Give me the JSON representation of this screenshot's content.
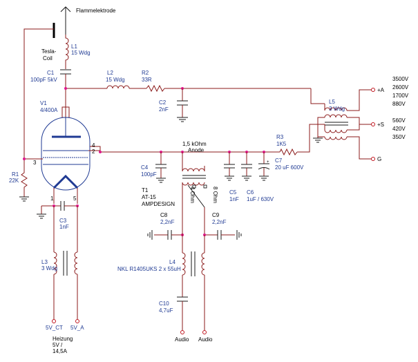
{
  "labels": {
    "flame": "Flammelektrode",
    "tesla_1": "Tesla-",
    "tesla_2": "Coil",
    "l1_name": "L1",
    "l1_val": "15 Wdg",
    "c1_name": "C1",
    "c1_val": "100pF 5kV",
    "l2_name": "L2",
    "l2_val": "15 Wdg",
    "r2_name": "R2",
    "r2_val": "33R",
    "c2_name": "C2",
    "c2_val": "2nF",
    "v1_name": "V1",
    "v1_val": "4/400A",
    "r1_name": "R1",
    "r1_val": "22K",
    "pin3": "3",
    "pin4": "4",
    "pin2": "2",
    "pin1": "1",
    "pin5": "5",
    "c3_name": "C3",
    "c3_val": "1nF",
    "l3_name": "L3",
    "l3_val": "3 Wdg",
    "t5v_ct": "5V_CT",
    "t5v_a": "5V_A",
    "heiz_1": "Heizung",
    "heiz_2": "5V /",
    "heiz_3": "14,5A",
    "c4_name": "C4",
    "c4_val": "100pF",
    "t1_name": "T1",
    "t1_val": "AT-15",
    "t1_make": "AMPDESIGN",
    "anode_imp": "1,5 kOhm",
    "anode": "Anode",
    "ohm4": "4 Ohm",
    "ohm8": "8 Ohm",
    "c5_name": "C5",
    "c5_val": "1nF",
    "c6_name": "C6",
    "c6_val": "1uF / 630V",
    "c7_name": "C7",
    "c7_val": "20 uF 600V",
    "r3_name": "R3",
    "r3_val": "1K5",
    "l5_name": "L5",
    "l5_val": "3 Wdg",
    "term_a": "+A",
    "term_s": "+S",
    "term_g": "G",
    "va_1": "3500V",
    "va_2": "2600V",
    "va_3": "1700V",
    "va_4": "880V",
    "vs_1": "560V",
    "vs_2": "420V",
    "vs_3": "350V",
    "c8_name": "C8",
    "c8_val": "2,2nF",
    "c9_name": "C9",
    "c9_val": "2,2nF",
    "l4_name": "L4",
    "l4_val": "NKL R1405UKS 2 x 55uH",
    "c10_name": "C10",
    "c10_val": "4,7uF",
    "audio_1": "Audio",
    "audio_2": "Audio",
    "plus": "+"
  }
}
